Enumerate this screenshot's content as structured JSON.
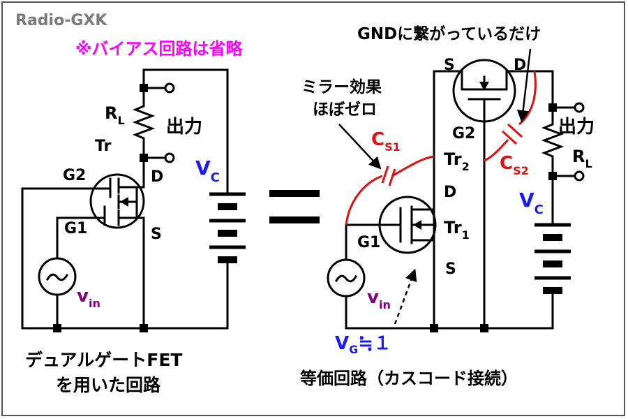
{
  "watermark": "Radio-GXK",
  "note_bias_omitted": "※バイアス回路は省略",
  "left": {
    "label_RL": "R",
    "label_RL_sub": "L",
    "label_output": "出力",
    "label_Tr": "Tr",
    "label_G2": "G2",
    "label_G1": "G1",
    "label_D": "D",
    "label_S": "S",
    "label_VC": "V",
    "label_VC_sub": "C",
    "label_vin": "v",
    "label_vin_sub": "in",
    "caption_line1": "デュアルゲートFET",
    "caption_line2": "を用いた回路"
  },
  "equals": "=",
  "right": {
    "label_gnd_note": "GNDに繋がっているだけ",
    "label_miller_line1": "ミラー効果",
    "label_miller_line2": "ほぼゼロ",
    "label_CS1": "C",
    "label_CS1_sub": "S1",
    "label_CS2": "C",
    "label_CS2_sub": "S2",
    "label_Tr2": "Tr",
    "label_Tr2_sub": "2",
    "label_Tr1": "Tr",
    "label_Tr1_sub": "1",
    "label_S_top": "S",
    "label_D_top": "D",
    "label_G2": "G2",
    "label_D_mid": "D",
    "label_G1": "G1",
    "label_S_low": "S",
    "label_output": "出力",
    "label_RL": "R",
    "label_RL_sub": "L",
    "label_VC": "V",
    "label_VC_sub": "C",
    "label_vin": "v",
    "label_vin_sub": "in",
    "label_VG": "V",
    "label_VG_sub": "G",
    "label_VG_value": "≒１",
    "caption": "等価回路（カスコード接続）"
  },
  "colors": {
    "magenta": "#ff00ff",
    "blue": "#1a1aff",
    "purple": "#800080",
    "red": "#e01010",
    "gray_text": "#7a7a7a",
    "frame": "#555555"
  }
}
